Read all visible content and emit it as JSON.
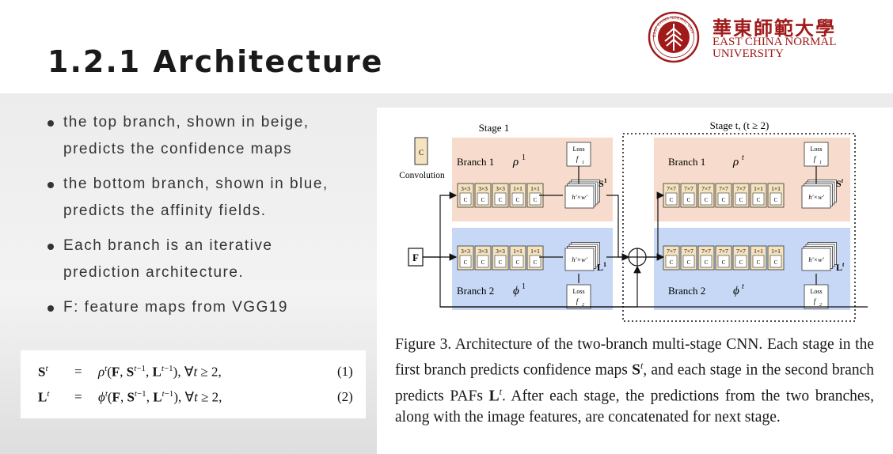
{
  "slide": {
    "title": "1.2.1 Architecture",
    "university": {
      "name_cn": "華東師範大學",
      "name_en_line1": "EAST CHINA NORMAL",
      "name_en_line2": "UNIVERSITY",
      "seal_text": "EAST CHINA NORMAL UNIVERSITY",
      "color": "#a01a1a"
    },
    "bullets": [
      {
        "line1": "the top branch, shown in beige,",
        "line2": "predicts the confidence maps"
      },
      {
        "line1": "the bottom branch, shown in blue,",
        "line2": "predicts the affinity fields."
      },
      {
        "line1": "Each branch is an iterative",
        "line2": "prediction architecture."
      },
      {
        "line1": "F: feature maps from VGG19",
        "line2": ""
      }
    ],
    "equations": [
      {
        "lhs": "S",
        "lhs_sup": "t",
        "eq": "=",
        "rhs_fn": "ρ",
        "rhs_args": "(F, S",
        "rhs_tail": "∀t ≥ 2,",
        "number": "(1)"
      },
      {
        "lhs": "L",
        "lhs_sup": "t",
        "eq": "=",
        "rhs_fn": "ϕ",
        "rhs_args": "(F, S",
        "rhs_tail": "∀t ≥ 2,",
        "number": "(2)"
      }
    ]
  },
  "figure": {
    "stage1_label": "Stage 1",
    "staget_label": "Stage t, (t ≥ 2)",
    "conv_legend_letter": "C",
    "conv_legend_label": "Convolution",
    "input_label": "F",
    "branch1_label": "Branch 1",
    "branch2_label": "Branch 2",
    "rho": "ρ",
    "phi": "ϕ",
    "stage1_sup": "1",
    "staget_sup": "t",
    "kernel_3": "3×3",
    "kernel_1": "1×1",
    "kernel_7": "7×7",
    "conv_letter": "C",
    "output_dims": "h′×w′",
    "loss_label": "Loss",
    "loss_f1": "f",
    "out_S": "S",
    "out_L": "L",
    "colors": {
      "beige": "#f7dccd",
      "blue": "#c6d8f5",
      "conv_box": "#f5e3bf"
    },
    "caption": "Figure 3. Architecture of the two-branch multi-stage CNN. Each stage in the first branch predicts confidence maps S^t, and each stage in the second branch predicts PAFs L^t. After each stage, the predictions from the two branches, along with the image features, are concatenated for next stage.",
    "caption_parts": {
      "a": "Figure 3. Architecture of the two-branch multi-stage CNN. Each stage in the first branch predicts confidence maps ",
      "S": "S",
      "b": ", and each stage in the second branch predicts PAFs ",
      "L": "L",
      "c": ". After each stage, the predictions from the two branches, along with the image features, are concatenated for next stage.",
      "sup": "t"
    }
  }
}
